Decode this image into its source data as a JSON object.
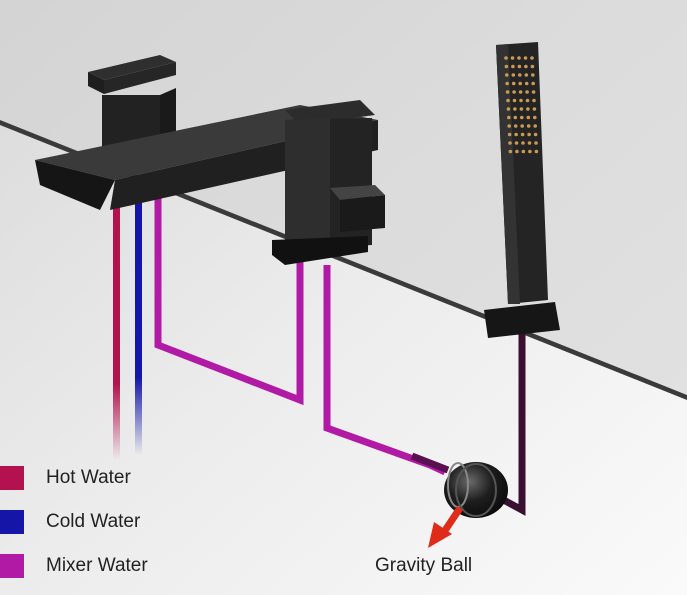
{
  "legend": [
    {
      "label": "Hot Water",
      "color": "#b3124f"
    },
    {
      "label": "Cold Water",
      "color": "#1515a8"
    },
    {
      "label": "Mixer Water",
      "color": "#b01aa5"
    }
  ],
  "callout": {
    "label": "Gravity Ball",
    "arrow_color": "#e02a1a"
  },
  "colors": {
    "fixture": "#2a2a2a",
    "countertop_edge": "#3a3a3a",
    "dark_hose": "#3a1030"
  },
  "icons": [
    "waterfall-faucet-icon",
    "hand-shower-icon",
    "gravity-ball-icon",
    "arrow-icon"
  ]
}
